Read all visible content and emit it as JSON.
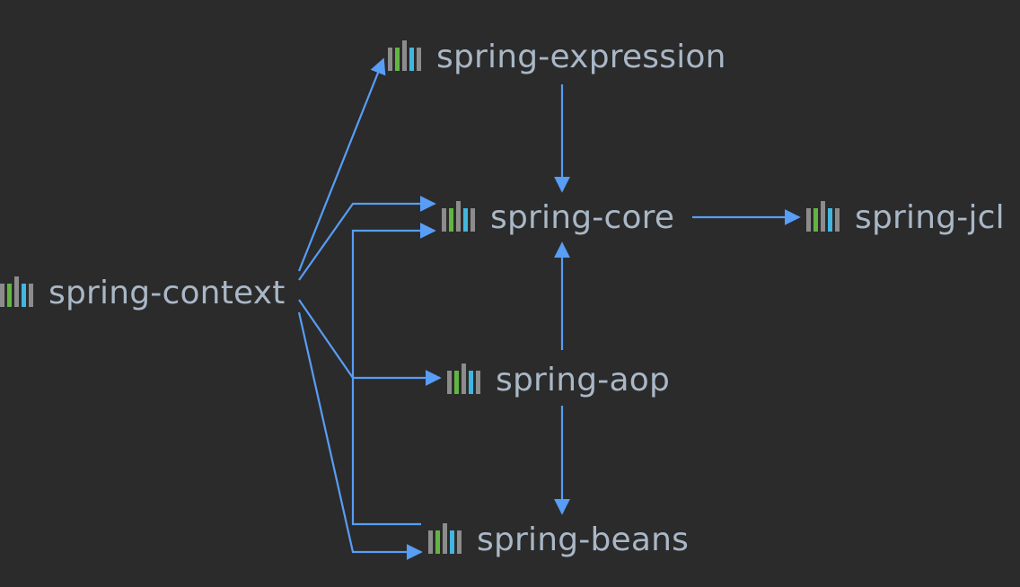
{
  "diagram": {
    "background": "#2b2b2b",
    "edge_color": "#589df6",
    "label_color": "#a9b7c6",
    "node_icon": {
      "name": "library-icon",
      "bar_colors": [
        "#8c8c8c",
        "#62b543",
        "#8c8c8c",
        "#40b6e0",
        "#8c8c8c"
      ]
    },
    "nodes": [
      {
        "id": "spring-context",
        "label": "spring-context"
      },
      {
        "id": "spring-expression",
        "label": "spring-expression"
      },
      {
        "id": "spring-core",
        "label": "spring-core"
      },
      {
        "id": "spring-jcl",
        "label": "spring-jcl"
      },
      {
        "id": "spring-aop",
        "label": "spring-aop"
      },
      {
        "id": "spring-beans",
        "label": "spring-beans"
      }
    ],
    "edges": [
      {
        "from": "spring-context",
        "to": "spring-expression"
      },
      {
        "from": "spring-context",
        "to": "spring-core"
      },
      {
        "from": "spring-context",
        "to": "spring-aop"
      },
      {
        "from": "spring-context",
        "to": "spring-beans"
      },
      {
        "from": "spring-expression",
        "to": "spring-core"
      },
      {
        "from": "spring-core",
        "to": "spring-jcl"
      },
      {
        "from": "spring-aop",
        "to": "spring-core"
      },
      {
        "from": "spring-aop",
        "to": "spring-beans"
      },
      {
        "from": "spring-beans",
        "to": "spring-core"
      }
    ]
  }
}
